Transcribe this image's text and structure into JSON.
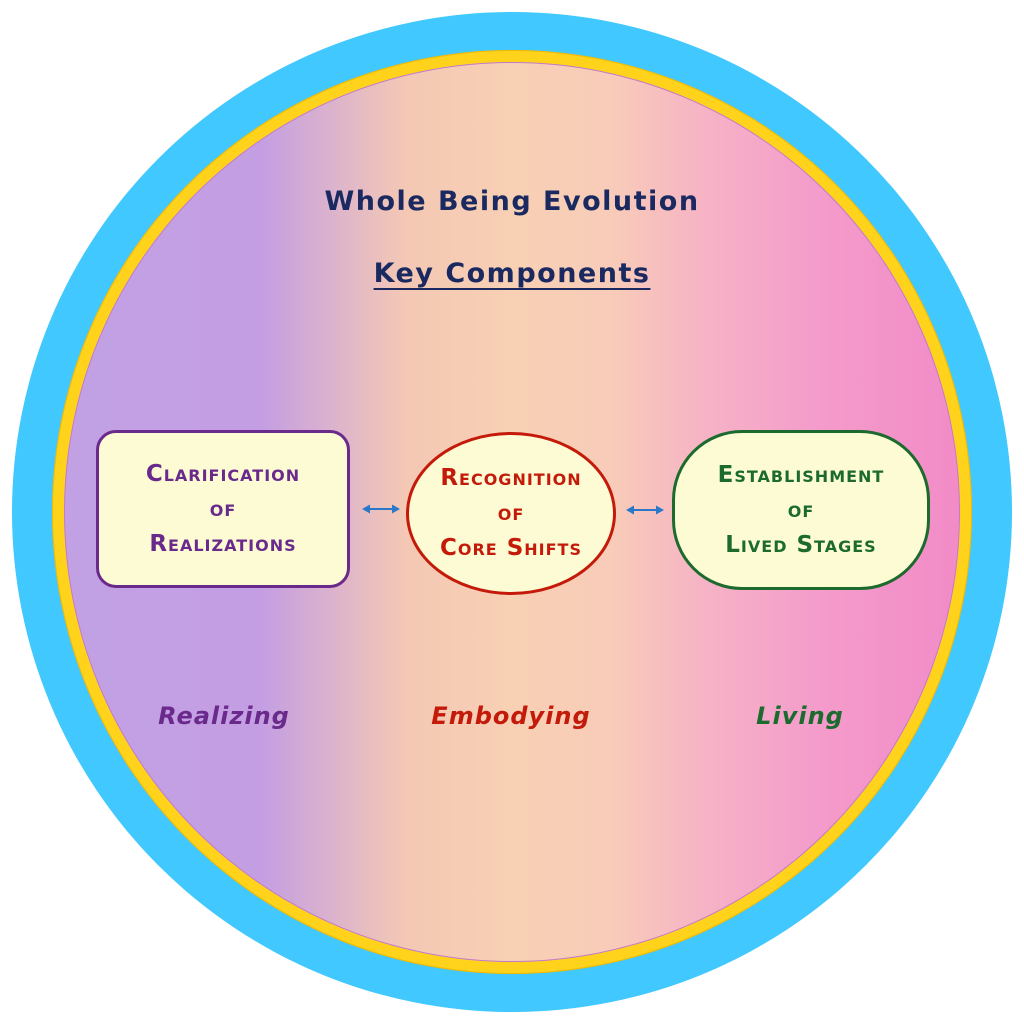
{
  "diagram": {
    "title": "Whole Being Evolution",
    "subtitle": "Key Components",
    "components": [
      {
        "lines": [
          "Clarification",
          "of",
          "Realizations"
        ],
        "stage": "Realizing",
        "color": "#6a2a8c"
      },
      {
        "lines": [
          "Recognition",
          "of",
          "Core Shifts"
        ],
        "stage": "Embodying",
        "color": "#c41a0a"
      },
      {
        "lines": [
          "Establishment",
          "of",
          "Lived Stages"
        ],
        "stage": "Living",
        "color": "#1c6a2e"
      }
    ],
    "colors": {
      "title": "#1a2a60",
      "ring": "#ffd21c",
      "glow": "#40c8ff",
      "box_fill": "#fdfbd4",
      "arrow": "#2a78c8"
    },
    "connectors": [
      "left-right-arrow",
      "left-right-arrow"
    ]
  }
}
